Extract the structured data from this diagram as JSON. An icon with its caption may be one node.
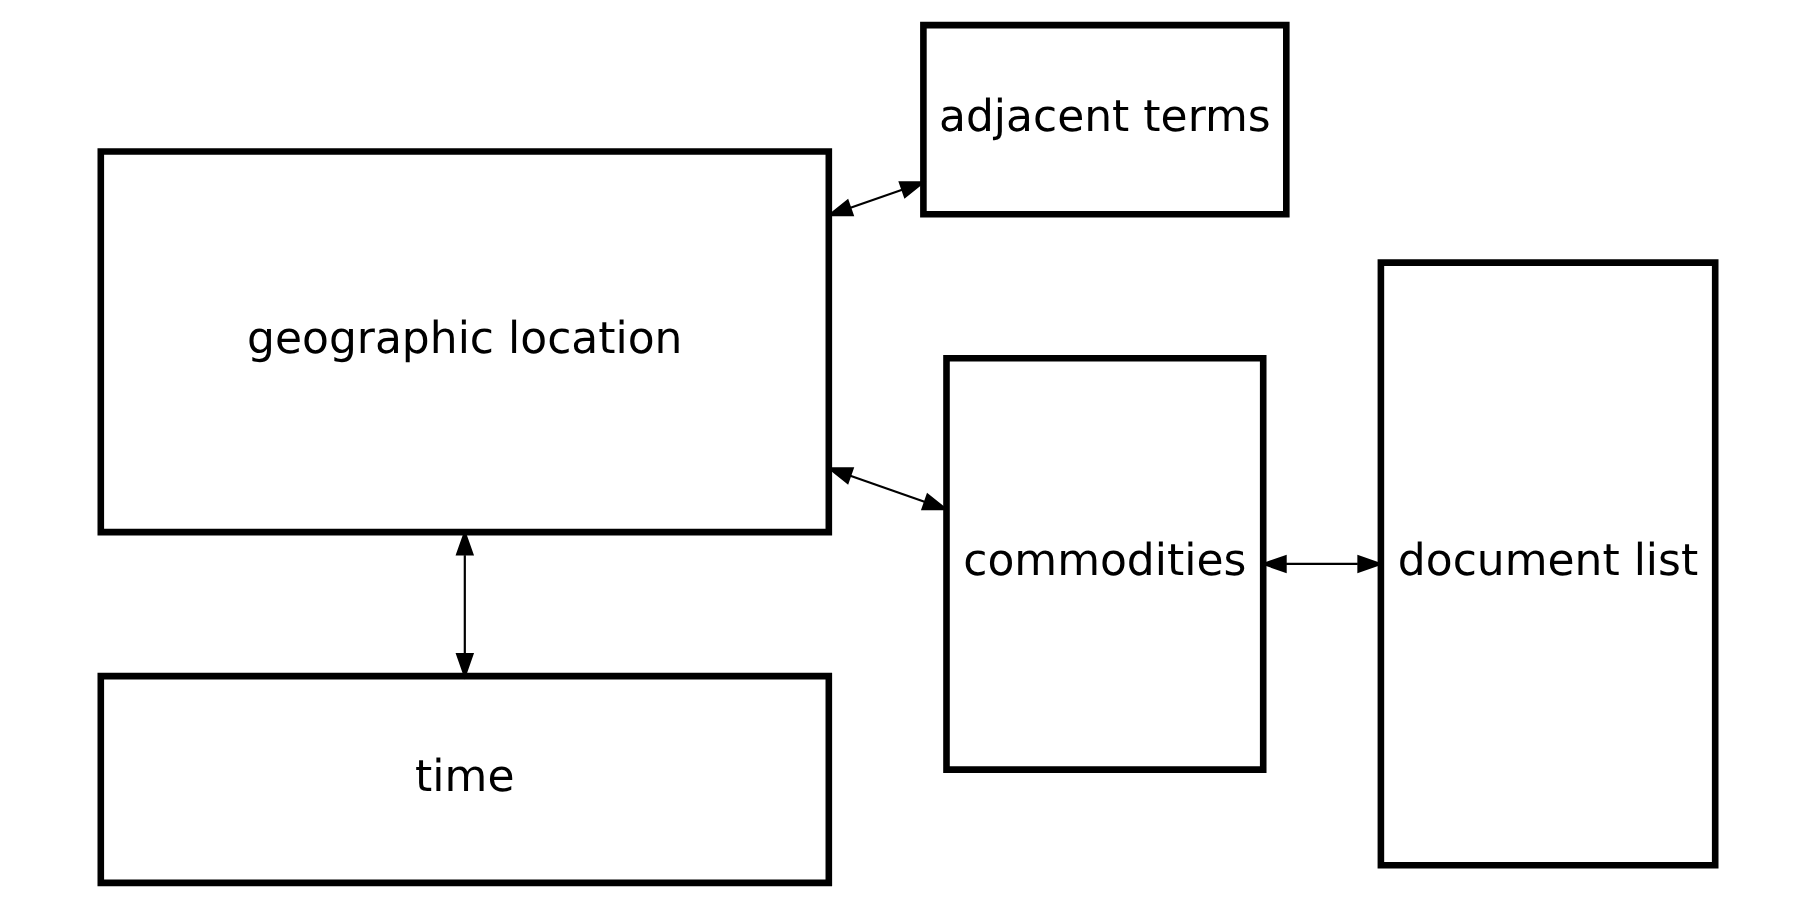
{
  "diagram": {
    "nodes": [
      {
        "text": [
          "geographic location"
        ]
      },
      {
        "text": [
          "adjacent terms"
        ]
      },
      {
        "text": [
          "document list"
        ]
      },
      {
        "text": [
          "commodities"
        ]
      },
      {
        "text": [
          "time"
        ]
      }
    ],
    "edges": [
      {
        "from": 0,
        "to": 1,
        "arrow": "both"
      },
      {
        "from": 0,
        "to": 4,
        "arrow": "both"
      },
      {
        "from": 0,
        "to": 3,
        "arrow": "both"
      },
      {
        "from": 3,
        "to": 2,
        "arrow": "both"
      }
    ]
  }
}
